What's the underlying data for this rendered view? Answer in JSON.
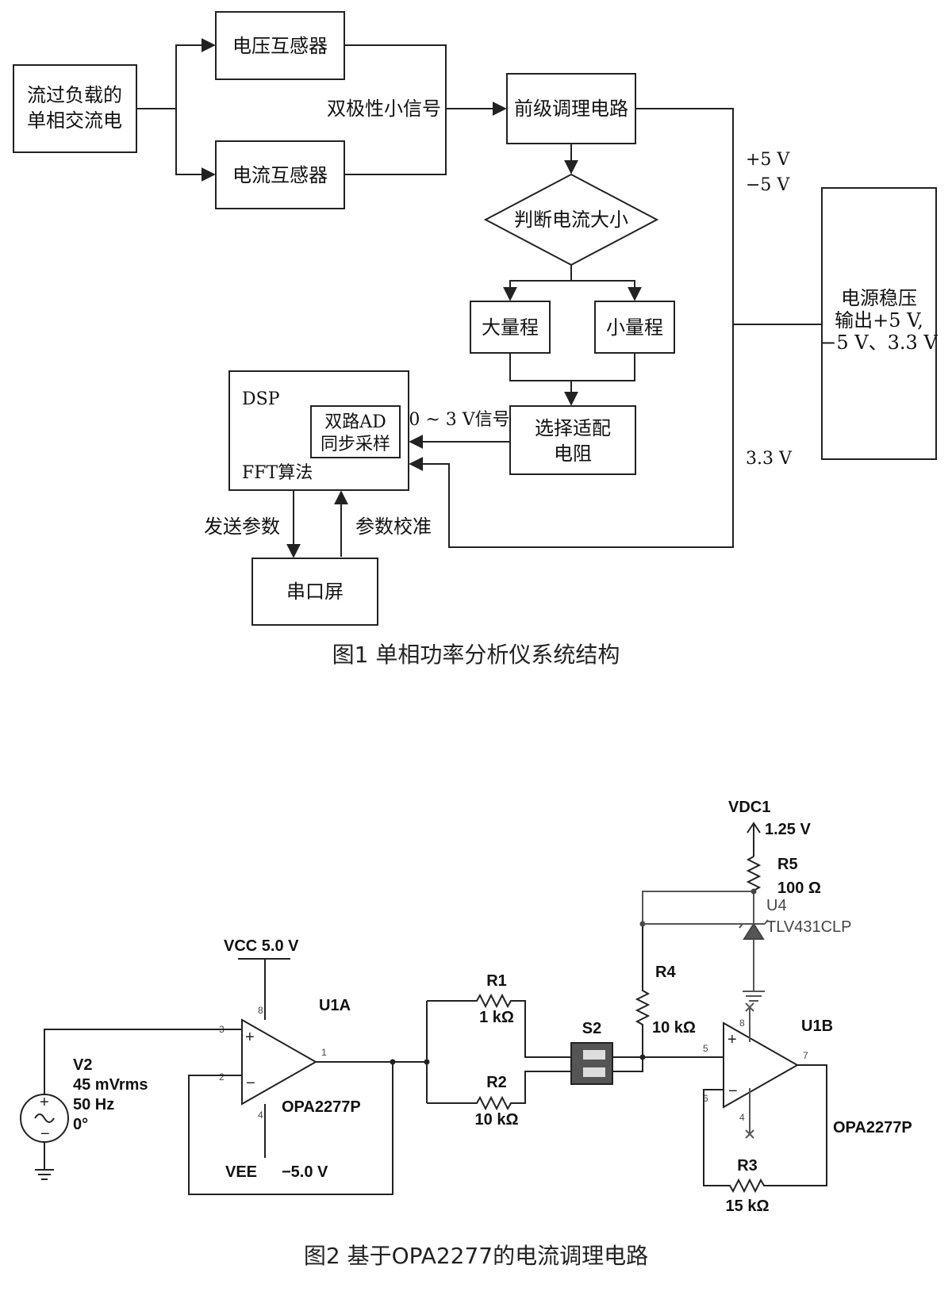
{
  "fig1": {
    "blocks": {
      "input": [
        "流过负载的",
        "单相交流电"
      ],
      "voltage_transformer": "电压互感器",
      "current_transformer": "电流互感器",
      "signal_label": "双极性小信号",
      "preconditioning": "前级调理电路",
      "decision": "判断电流大小",
      "large_range": "大量程",
      "small_range": "小量程",
      "select_resistor": [
        "选择适配",
        "电阻"
      ],
      "dsp_title": "DSP",
      "ad_block": [
        "双路AD",
        "同步采样"
      ],
      "fft": "FFT算法",
      "adc_signal": "0 ~ 3 V信号",
      "send_params": "发送参数",
      "calibrate_params": "参数校准",
      "serial_screen": "串口屏",
      "power_supply": [
        "电源稳压",
        "输出+5 V,",
        "−5 V、3.3 V"
      ],
      "rail_plus5": "+5 V",
      "rail_minus5": "−5 V",
      "rail_3v3": "3.3 V"
    },
    "caption": "图1    单相功率分析仪系统结构"
  },
  "fig2": {
    "vcc": "VCC 5.0  V",
    "vee": "VEE",
    "vee_value": "−5.0 V",
    "u1a": "U1A",
    "u1a_part": "OPA2277P",
    "v2": [
      "V2",
      "45 mVrms",
      "50 Hz",
      "0°"
    ],
    "r1": [
      "R1",
      "1 kΩ"
    ],
    "r2": [
      "R2",
      "10 kΩ"
    ],
    "s2": "S2",
    "r4": [
      "R4",
      "10 kΩ"
    ],
    "vdc": [
      "VDC1",
      "1.25 V"
    ],
    "r5": [
      "R5",
      "100 Ω"
    ],
    "u4": [
      "U4",
      "TLV431CLP"
    ],
    "u1b": "U1B",
    "u1b_part": "OPA2277P",
    "r3": [
      "R3",
      "15 kΩ"
    ],
    "pins": {
      "p3": "3",
      "p2": "2",
      "p1": "1",
      "p8a": "8",
      "p4a": "4",
      "p5": "5",
      "p6": "6",
      "p7": "7",
      "p8b": "8",
      "p4b": "4"
    },
    "caption": "图2    基于OPA2277的电流调理电路"
  }
}
